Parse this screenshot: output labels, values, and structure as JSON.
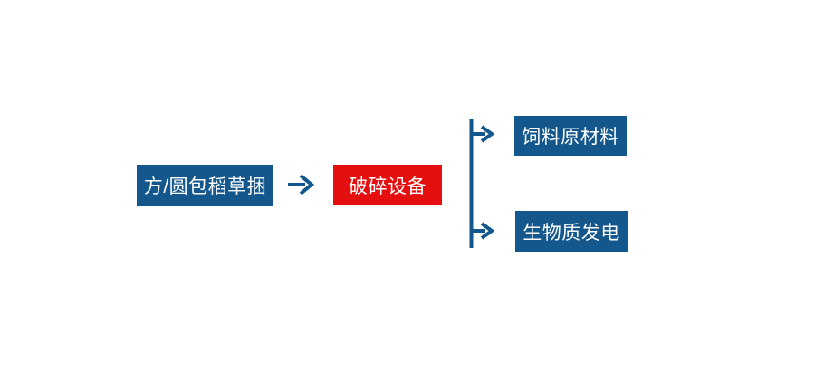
{
  "diagram": {
    "source_node": {
      "label": "方/圆包稻草捆"
    },
    "process_node": {
      "label": "破碎设备"
    },
    "output_nodes": [
      {
        "label": "饲料原材料"
      },
      {
        "label": "生物质发电"
      }
    ]
  },
  "icons": {
    "main_arrow": "right-arrow",
    "branch_top_arrow": "right-arrow",
    "branch_bottom_arrow": "right-arrow"
  },
  "colors": {
    "node_blue": "#14578c",
    "node_red": "#e60f0f",
    "node_text": "#ffffff",
    "connector": "#14578c",
    "background": "#ffffff"
  }
}
